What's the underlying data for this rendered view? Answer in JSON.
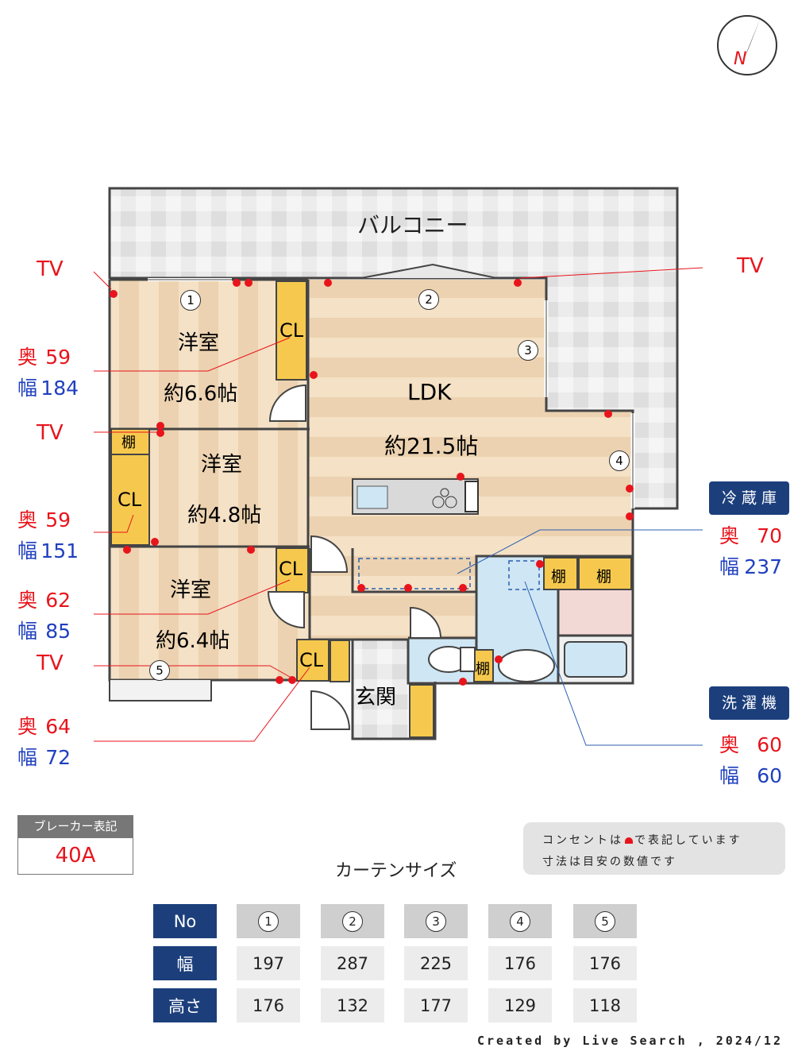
{
  "compass_label": "N",
  "balcony_label": "バルコニー",
  "rooms": {
    "ldk": {
      "name": "LDK",
      "size": "約21.5帖"
    },
    "western1": {
      "name": "洋室",
      "size": "約6.6帖"
    },
    "western2": {
      "name": "洋室",
      "size": "約4.8帖"
    },
    "western3": {
      "name": "洋室",
      "size": "約6.4帖"
    },
    "entrance": "玄関"
  },
  "closet_label": "CL",
  "shelf_label": "棚",
  "window_numbers": [
    "1",
    "2",
    "3",
    "4",
    "5"
  ],
  "tv_label": "TV",
  "depth_label": "奥",
  "width_label": "幅",
  "closet_sizes": [
    {
      "depth": "59",
      "width": "184"
    },
    {
      "depth": "59",
      "width": "151"
    },
    {
      "depth": "62",
      "width": "85"
    },
    {
      "depth": "64",
      "width": "72"
    }
  ],
  "fridge": {
    "title": "冷 蔵 庫",
    "depth": "70",
    "width": "237"
  },
  "washer": {
    "title": "洗 濯 機",
    "depth": "60",
    "width": "60"
  },
  "breaker": {
    "title": "ブレーカー表記",
    "value": "40A"
  },
  "note": {
    "line1_a": "コンセントは",
    "line1_b": "で表記しています",
    "line2": "寸法は目安の数値です"
  },
  "curtain": {
    "title": "カーテンサイズ",
    "row_labels": [
      "No",
      "幅",
      "高さ"
    ],
    "columns": [
      {
        "no": "1",
        "width": "197",
        "height": "176"
      },
      {
        "no": "2",
        "width": "287",
        "height": "132"
      },
      {
        "no": "3",
        "width": "225",
        "height": "177"
      },
      {
        "no": "4",
        "width": "176",
        "height": "129"
      },
      {
        "no": "5",
        "width": "176",
        "height": "118"
      }
    ]
  },
  "credit": "Created by Live Search , 2024/12",
  "colors": {
    "outlet": "#e8141c",
    "navy": "#1c3f7c",
    "floor": "#f3dcc0",
    "wet": "#cfe6f4"
  }
}
